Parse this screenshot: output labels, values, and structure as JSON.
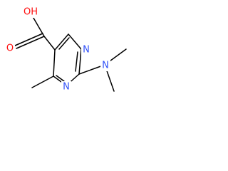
{
  "molecule": {
    "atoms": {
      "oxygen_hydroxyl": {
        "label": "OH",
        "color": "#ff0d0d"
      },
      "oxygen_carbonyl": {
        "label": "O",
        "color": "#ff0d0d"
      },
      "nitrogen_ring_1": {
        "label": "N",
        "color": "#3050f8"
      },
      "nitrogen_ring_3": {
        "label": "N",
        "color": "#3050f8"
      },
      "nitrogen_dimethylamino": {
        "label": "N",
        "color": "#3050f8"
      }
    },
    "bond_color": "#000000"
  }
}
